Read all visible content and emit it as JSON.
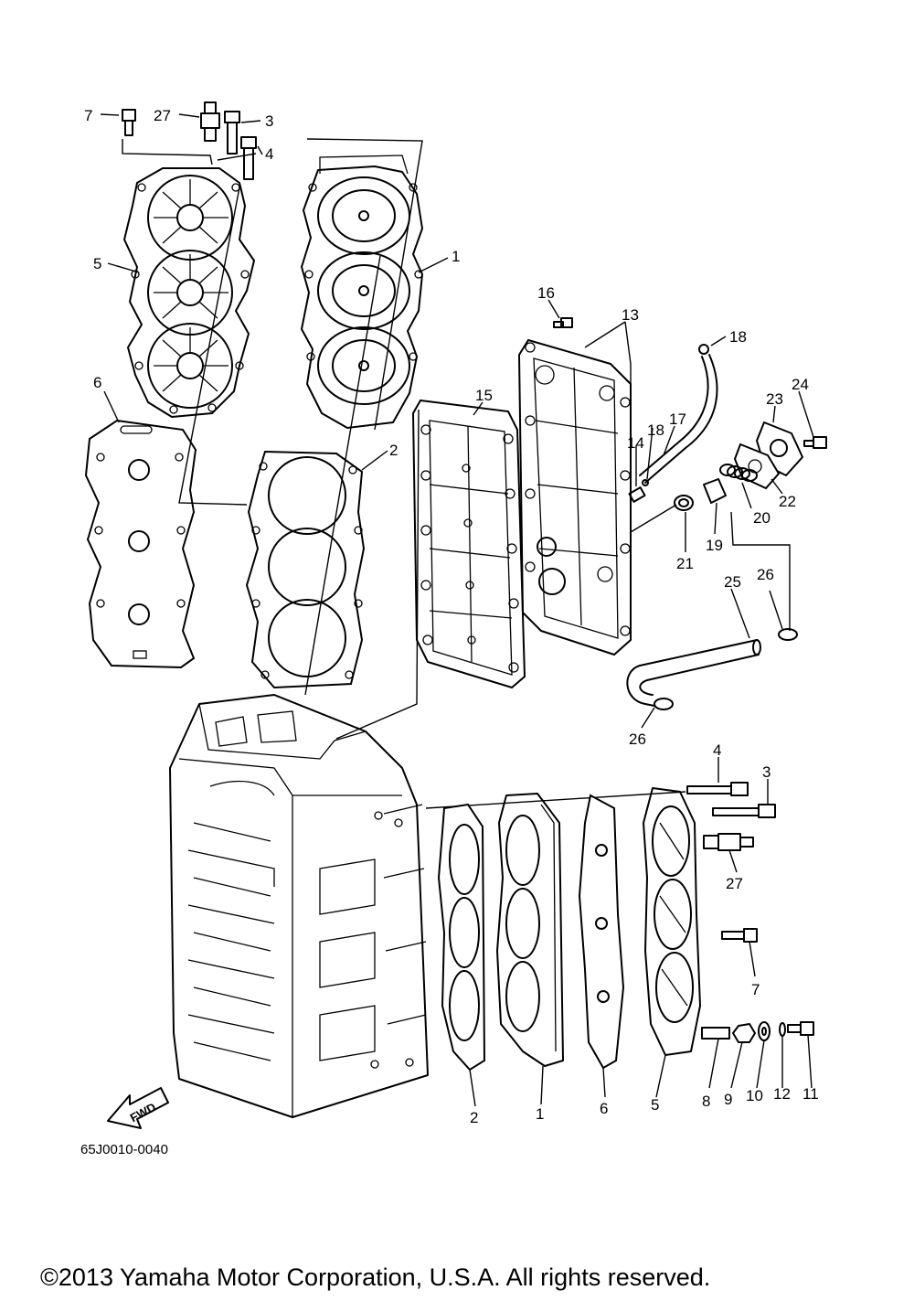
{
  "diagram_code": "65J0010-0040",
  "copyright": "©2013 Yamaha Motor Corporation, U.S.A. All rights reserved.",
  "fwd_label": "FWD",
  "callouts": {
    "c1a": "1",
    "c1b": "1",
    "c2a": "2",
    "c2b": "2",
    "c3a": "3",
    "c3b": "3",
    "c4a": "4",
    "c4b": "4",
    "c5a": "5",
    "c5b": "5",
    "c6a": "6",
    "c6b": "6",
    "c7a": "7",
    "c7b": "7",
    "c8": "8",
    "c9": "9",
    "c10": "10",
    "c11": "11",
    "c12": "12",
    "c13": "13",
    "c14": "14",
    "c15": "15",
    "c16": "16",
    "c17": "17",
    "c18a": "18",
    "c18b": "18",
    "c19": "19",
    "c20": "20",
    "c21": "21",
    "c22": "22",
    "c23": "23",
    "c24": "24",
    "c25": "25",
    "c26a": "26",
    "c26b": "26",
    "c27a": "27",
    "c27b": "27"
  }
}
